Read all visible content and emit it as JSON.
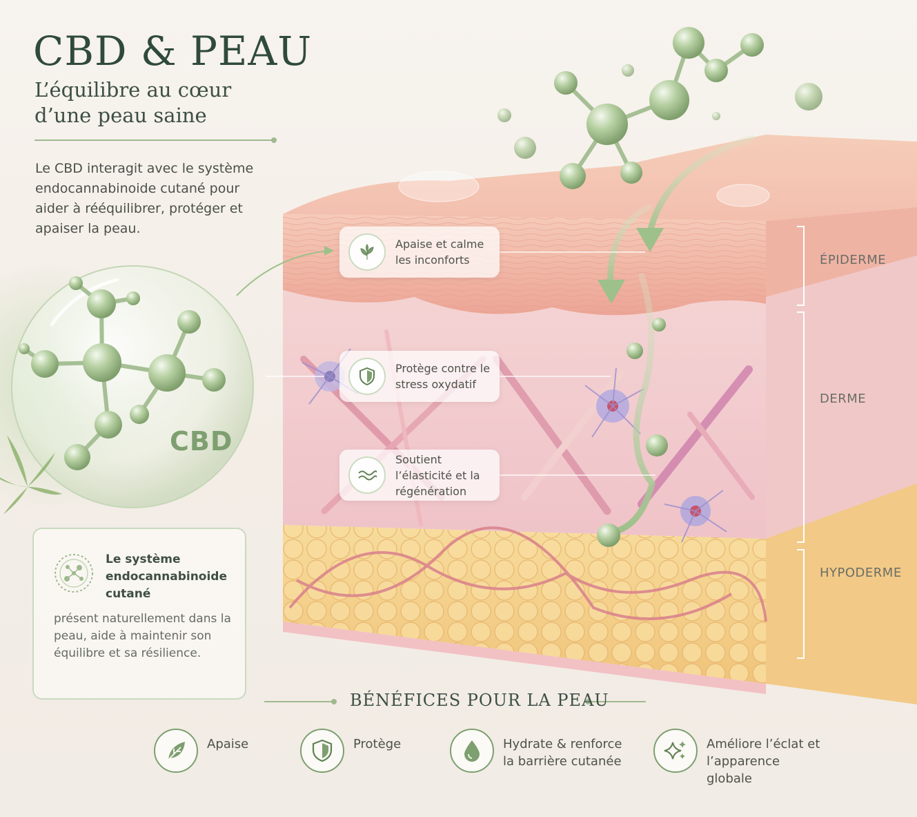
{
  "header": {
    "title": "CBD & PEAU",
    "subtitle": "L’équilibre au cœur d’une peau saine",
    "intro": "Le CBD interagit avec le système endocannabinoide cutané pour aider à rééquilibrer, protéger et apaiser la peau."
  },
  "molecule": {
    "label": "CBD"
  },
  "callouts": [
    {
      "text": "Apaise et calme les inconforts",
      "icon": "leaf-icon"
    },
    {
      "text": "Protège contre le stress oxydatif",
      "icon": "shield-icon"
    },
    {
      "text": "Soutient l’élasticité et la régénération",
      "icon": "waves-icon"
    }
  ],
  "layers": [
    "ÉPIDERME",
    "DERME",
    "HYPODERME"
  ],
  "ecosystem": {
    "title": "Le système endocannabinoide cutané",
    "description": "présent naturellement dans la peau, aide à maintenir son équilibre et sa résilience.",
    "icon": "network-icon"
  },
  "benefits": {
    "title": "BÉNÉFICES POUR LA PEAU",
    "items": [
      {
        "label": "Apaise",
        "icon": "leaf-icon"
      },
      {
        "label": "Protège",
        "icon": "shield-icon"
      },
      {
        "label": "Hydrate & renforce la barrière cutanée",
        "icon": "drop-icon"
      },
      {
        "label": "Améliore l’éclat et l’apparence globale",
        "icon": "sparkle-icon"
      }
    ]
  },
  "colors": {
    "accent_green": "#7e9f70",
    "title_green": "#2f4a3a",
    "epidermis": "#f1b3a6",
    "dermis": "#f3cfd0",
    "hypodermis": "#f5d58f"
  }
}
